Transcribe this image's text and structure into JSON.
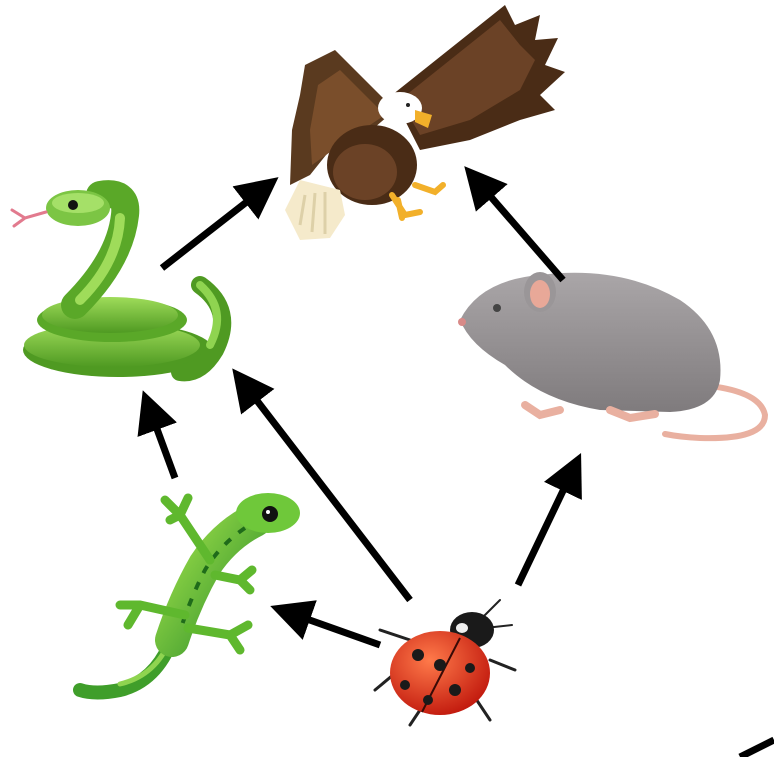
{
  "diagram": {
    "type": "food-web",
    "organisms": [
      {
        "id": "eagle",
        "icon": "eagle-icon"
      },
      {
        "id": "snake",
        "icon": "snake-icon"
      },
      {
        "id": "mouse",
        "icon": "mouse-icon"
      },
      {
        "id": "lizard",
        "icon": "lizard-icon"
      },
      {
        "id": "ladybug",
        "icon": "ladybug-icon"
      }
    ],
    "arrows": [
      {
        "from": "snake",
        "to": "eagle"
      },
      {
        "from": "mouse",
        "to": "eagle"
      },
      {
        "from": "lizard",
        "to": "snake"
      },
      {
        "from": "ladybug",
        "to": "snake"
      },
      {
        "from": "ladybug",
        "to": "lizard"
      },
      {
        "from": "ladybug",
        "to": "mouse"
      }
    ],
    "colors": {
      "arrow": "#000000",
      "background": "#ffffff",
      "eagle_brown": "#5a3a1f",
      "snake_green": "#7cc544",
      "lizard_green": "#5fb82e",
      "mouse_gray": "#9a9698",
      "ladybug_red": "#e8341c"
    }
  }
}
